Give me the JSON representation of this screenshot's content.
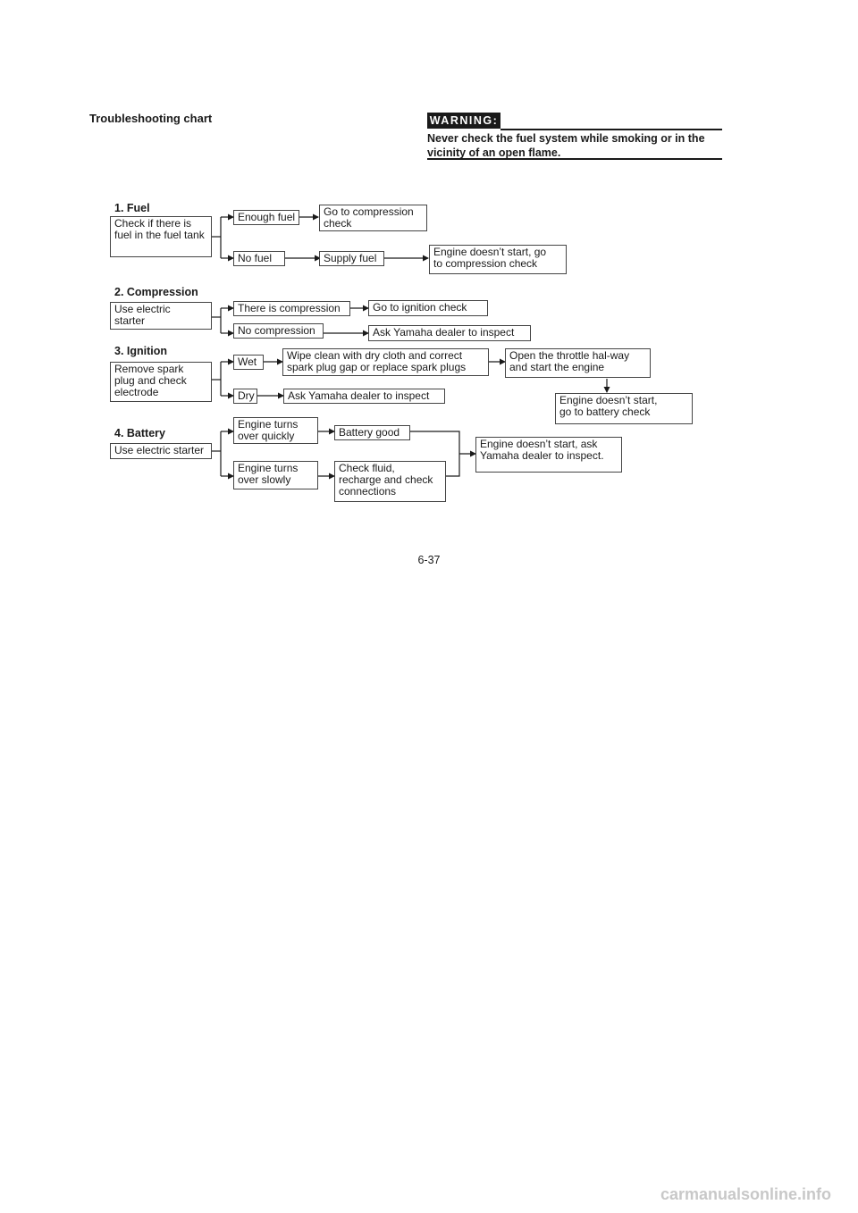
{
  "header": {
    "title": "Troubleshooting chart",
    "warning_label": "WARNING:",
    "warning_text": "Never check the fuel system while smoking or in the vicinity of an open flame."
  },
  "sections": {
    "fuel": {
      "title": "1. Fuel",
      "start": "Check if there is\nfuel in the fuel tank",
      "enough": "Enough fuel",
      "goto_compression": "Go to compression\ncheck",
      "no_fuel": "No fuel",
      "supply": "Supply fuel",
      "doesnt_start": "Engine  doesn’t start, go\nto compression check"
    },
    "compression": {
      "title": "2. Compression",
      "start": "Use electric\nstarter",
      "has": "There is compression",
      "goto_ignition": "Go to ignition check",
      "none": "No compression",
      "ask": "Ask Yamaha dealer to inspect"
    },
    "ignition": {
      "title": "3. Ignition",
      "start": "Remove spark\nplug and check\nelectrode",
      "wet": "Wet",
      "wipe": "Wipe clean with dry cloth and correct\nspark plug gap or replace spark plugs",
      "open_throttle": "Open the throttle hal-way\nand start the engine",
      "dry": "Dry",
      "ask": "Ask Yamaha dealer to inspect",
      "doesnt_start": "Engine doesn’t start,\ngo to battery check"
    },
    "battery": {
      "title": "4. Battery",
      "start": "Use electric starter",
      "quick": "Engine turns\nover quickly",
      "good": "Battery good",
      "slow": "Engine turns\nover slowly",
      "check": "Check fluid,\nrecharge and check\nconnections",
      "ask": "Engine doesn’t start, ask\nYamaha dealer to inspect."
    }
  },
  "footer": {
    "page_number": "6-37",
    "watermark": "carmanualsonline.info"
  }
}
